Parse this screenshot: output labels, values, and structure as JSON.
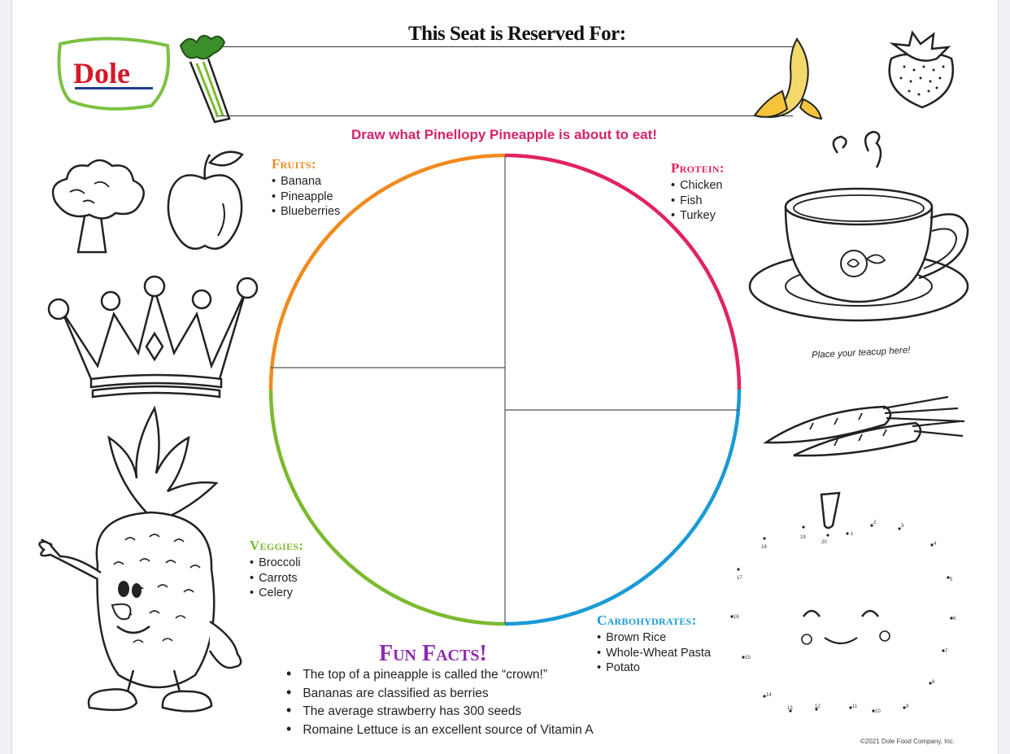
{
  "header": {
    "title": "This Seat is Reserved For:",
    "prompt": "Draw what Pinellopy Pineapple is about to eat!"
  },
  "logo": {
    "text": "Dole",
    "icon": "dole-logo"
  },
  "plate": {
    "quadrant_colors": {
      "fruits": "#f28a1e",
      "protein": "#e0245e",
      "veggies": "#7cba2f",
      "carbohydrates": "#1a9ad6"
    }
  },
  "categories": {
    "fruits": {
      "title": "Fruits:",
      "color": "#f28a1e",
      "items": [
        "Banana",
        "Pineapple",
        "Blueberries"
      ]
    },
    "protein": {
      "title": "Protein:",
      "color": "#e0245e",
      "items": [
        "Chicken",
        "Fish",
        "Turkey"
      ]
    },
    "veggies": {
      "title": "Veggies:",
      "color": "#7cba2f",
      "items": [
        "Broccoli",
        "Carrots",
        "Celery"
      ]
    },
    "carbohydrates": {
      "title": "Carbohydrates:",
      "color": "#1a9ad6",
      "items": [
        "Brown Rice",
        "Whole-Wheat Pasta",
        "Potato"
      ]
    }
  },
  "fun_facts": {
    "title": "Fun Facts!",
    "color": "#8e2bb0",
    "items": [
      "The top of a pineapple is called the “crown!”",
      "Bananas are classified as berries",
      "The average strawberry has 300 seeds",
      "Romaine Lettuce is an excellent source of Vitamin A"
    ]
  },
  "teacup": {
    "note": "Place your teacup here!"
  },
  "dot_to_dot": {
    "labels": [
      "1",
      "2",
      "3",
      "4",
      "5",
      "6",
      "7",
      "8",
      "9",
      "10",
      "11",
      "12",
      "13",
      "14",
      "15",
      "16",
      "17",
      "18",
      "19",
      "20"
    ]
  },
  "illustrations": [
    "celery-icon",
    "banana-icon",
    "strawberry-icon",
    "broccoli-icon",
    "apple-icon",
    "crown-icon",
    "pineapple-character-icon",
    "teacup-icon",
    "carrots-icon"
  ],
  "footer": {
    "copyright": "©2021 Dole Food Company, Inc."
  }
}
